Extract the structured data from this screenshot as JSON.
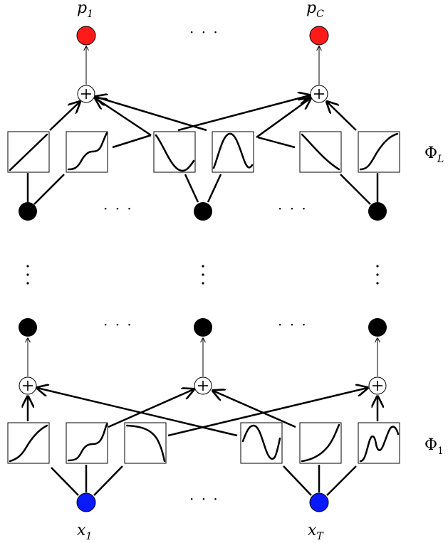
{
  "output_labels": {
    "first": "p",
    "first_sub": "1",
    "last": "p",
    "last_sub": "C"
  },
  "input_labels": {
    "first": "x",
    "first_sub": "1",
    "last": "x",
    "last_sub": "T"
  },
  "layer_labels": {
    "top": "Φ",
    "top_sub": "L",
    "bottom": "Φ",
    "bottom_sub": "1"
  },
  "ellipsis_h": "· · ·",
  "ellipsis_v": "⋮",
  "colors": {
    "output_node": "#ff1a1a",
    "input_node": "#0a1aff",
    "hidden_node": "#000000"
  }
}
